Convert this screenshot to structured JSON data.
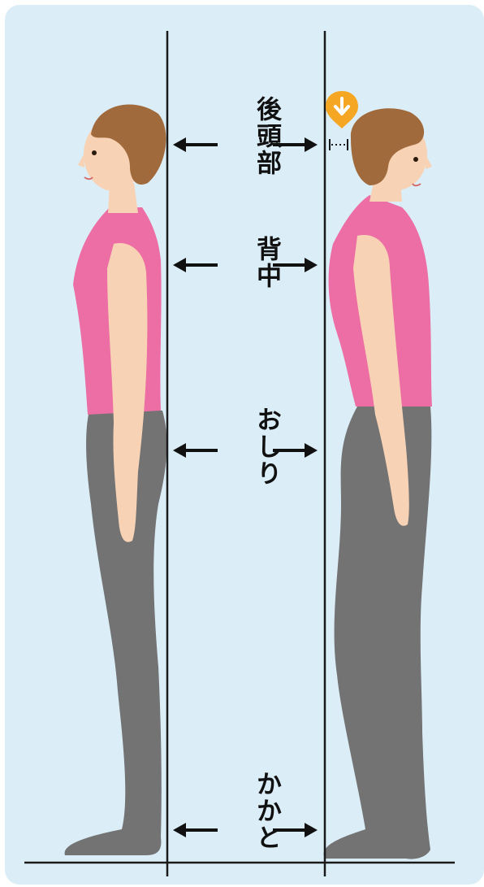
{
  "labels": {
    "back_of_head": "後頭部",
    "back": "背中",
    "buttocks": "おしり",
    "heels": "かかと"
  },
  "colors": {
    "background": "#dbeef8",
    "skin": "#f7d2b4",
    "hair": "#a06a3c",
    "top": "#ec6ea4",
    "leggings": "#737373",
    "line": "#1a1a1a",
    "marker": "#f5a623"
  },
  "icons": {
    "marker": "down-arrow-icon"
  }
}
